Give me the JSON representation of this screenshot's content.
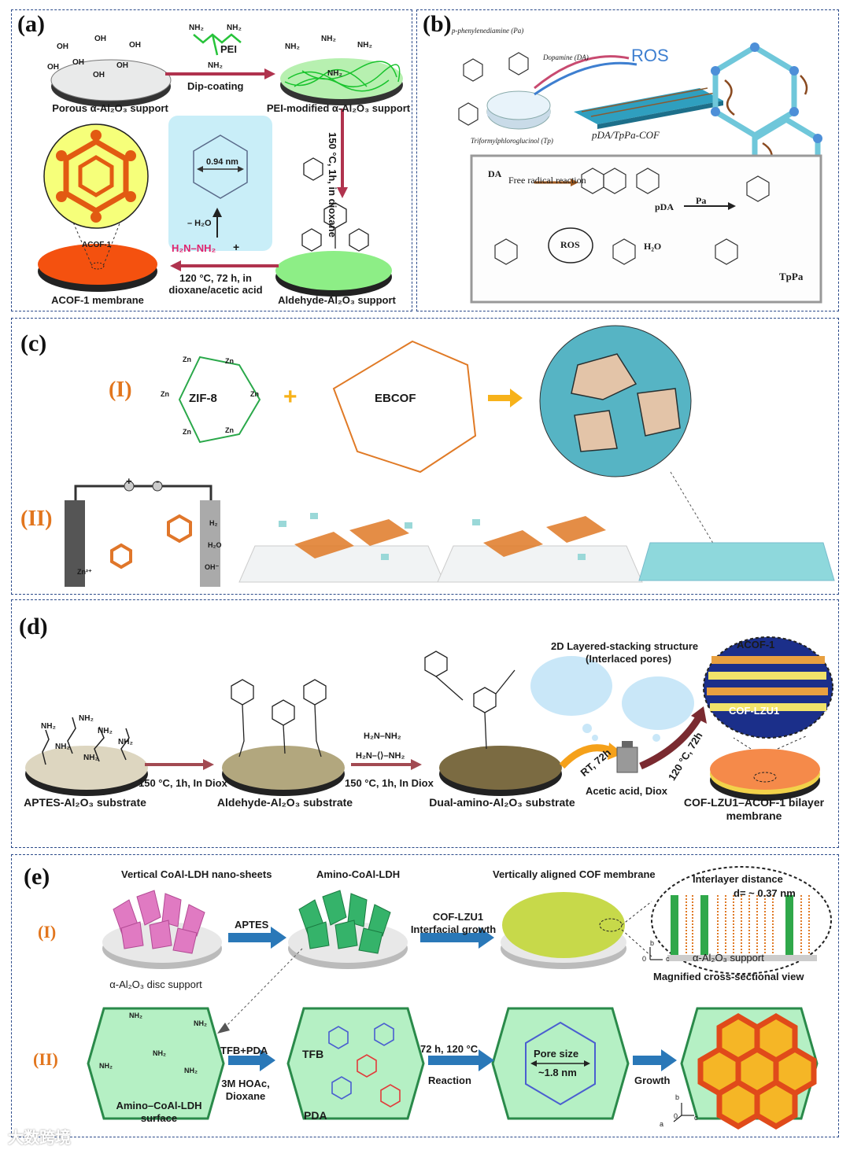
{
  "panels": {
    "a": {
      "label": "(a)",
      "porous_support": "Porous α-Al₂O₃ support",
      "pei": "PEI",
      "dip_coating": "Dip-coating",
      "pei_support": "PEI-modified α-Al₂O₃ support",
      "step_150": "150 °C, 1h, in dioxane",
      "distance": "0.94 nm",
      "minus_water": "– H₂O",
      "hydrazine": "H₂N–NH₂",
      "plus": "+",
      "step_120": "120 °C, 72 h, in dioxane/acetic acid",
      "acof": "ACOF-1",
      "acof_membrane": "ACOF-1 membrane",
      "aldehyde_support": "Aldehyde-Al₂O₃ support",
      "oh_labels": [
        "OH",
        "OH",
        "OH",
        "OH",
        "OH",
        "OH",
        "OH"
      ],
      "nh2_labels": [
        "NH₂",
        "NH₂",
        "NH₂",
        "NH₂",
        "NH₂",
        "NH₂",
        "NH₂"
      ]
    },
    "b": {
      "label": "(b)",
      "pa": "p-phenylenediamine (Pa)",
      "da": "Dopamine (DA)",
      "ros": "ROS",
      "tp": "Triformylphloroglucinol (Tp)",
      "membrane": "pDA/TpPa-COF",
      "da_short": "DA",
      "free_radical": "Free radical  reaction",
      "pda": "pDA",
      "pa_short": "Pa",
      "ros_small": "ROS",
      "h2o": "H₂O",
      "tppa": "TpPa"
    },
    "c": {
      "label": "(c)",
      "row1": "(I)",
      "row2": "(II)",
      "zif": "ZIF-8",
      "ebcof": "EBCOF",
      "plus": "+",
      "electrode_plus": "+",
      "electrode_minus": "-",
      "zn_labels": [
        "Zn",
        "Zn",
        "Zn",
        "Zn",
        "Zn",
        "Zn"
      ],
      "zn_ion": "Zn²⁺",
      "h2": "H₂",
      "h2o": "H₂O",
      "oh": "OH⁻"
    },
    "d": {
      "label": "(d)",
      "aptes": "APTES-Al₂O₃ substrate",
      "aldehyde": "Aldehyde-Al₂O₃ substrate",
      "dual": "Dual-amino-Al₂O₃ substrate",
      "bilayer": "COF-LZU1–ACOF-1 bilayer membrane",
      "step1": "150 °C, 1h, In Diox",
      "step2": "150 °C, 1h, In Diox",
      "hydrazine": "H₂N–NH₂",
      "pda": "H₂N–⟨⟩–NH₂",
      "rt": "RT, 72h",
      "step120": "120 °C, 72h",
      "acetic": "Acetic acid, Diox",
      "layered": "2D Layered-stacking structure",
      "interlaced": "(Interlaced pores)",
      "acof": "ACOF-1",
      "lzu": "COF-LZU1",
      "nh2_labels": [
        "NH₂",
        "NH₂",
        "NH₂",
        "NH₂",
        "NH₂",
        "NH₂"
      ]
    },
    "e": {
      "label": "(e)",
      "row1": "(I)",
      "row2": "(II)",
      "vertical_ldh": "Vertical CoAl-LDH nano-sheets",
      "amino_ldh": "Amino-CoAl-LDH",
      "aligned": "Vertically aligned COF membrane",
      "interlayer": "Interlayer distance",
      "d_value": "d= ~ 0.37 nm",
      "aptes": "APTES",
      "cof_lzu1": "COF-LZU1",
      "interfacial": "Interfacial growth",
      "disc": "α-Al₂O₃ disc support",
      "al_support": "α-Al₂O₃ support",
      "magnified": "Magnified cross-sectional view",
      "surface": "Amino–CoAl-LDH surface",
      "tfb_pda": "TFB+PDA",
      "hoac": "3M HOAc, Dioxane",
      "tfb": "TFB",
      "pda": "PDA",
      "reaction_cond": "72 h, 120 °C",
      "reaction": "Reaction",
      "pore": "Pore size",
      "pore_value": "~1.8 nm",
      "growth": "Growth",
      "axis_b": "b",
      "axis_c": "c",
      "axis_a": "a",
      "axis_0": "0",
      "nh2": "NH₂",
      "nh2_surface_labels": [
        "NH₂",
        "NH₂",
        "NH₂",
        "NH₂",
        "NH₂"
      ]
    }
  },
  "watermark": "大数跨境"
}
